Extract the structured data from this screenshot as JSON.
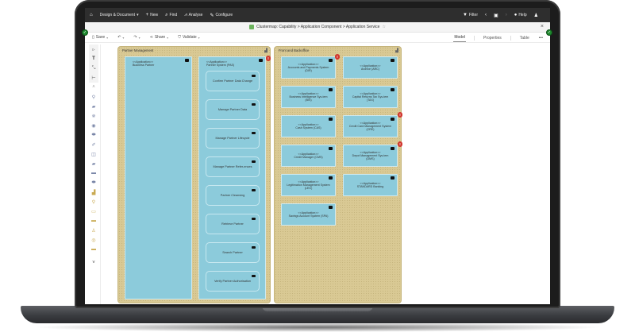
{
  "topnav": {
    "home_icon": "home-icon",
    "items": [
      {
        "label": "Design & Document",
        "icon": "",
        "caret": "▾"
      },
      {
        "label": "New",
        "icon": "plus-icon"
      },
      {
        "label": "Find",
        "icon": "search-icon"
      },
      {
        "label": "Analyse",
        "icon": "chart-icon"
      },
      {
        "label": "Configure",
        "icon": "wrench-icon"
      }
    ],
    "right": {
      "filter_label": "Filter",
      "help_label": "Help"
    }
  },
  "titlebar": {
    "breadcrumb": "Clustermap: Capability > Application Component > Application Service",
    "star": "☆",
    "close": "×"
  },
  "toolbar": {
    "save_label": "Save",
    "share_label": "Share",
    "validate_label": "Validate",
    "tabs": [
      {
        "label": "Model",
        "active": true
      },
      {
        "label": "Properties",
        "active": false
      },
      {
        "label": "Table",
        "active": false
      },
      {
        "label": "•••",
        "active": false
      }
    ]
  },
  "palette": {
    "icons": [
      "pointer-icon",
      "text-icon",
      "connector-icon",
      "resize-icon",
      "chevron-up-icon",
      "zoom-icon",
      "business-actor-icon",
      "component-icon",
      "interface-icon",
      "process-icon",
      "function-icon",
      "node-icon",
      "device-icon",
      "network-icon",
      "service-icon",
      "capability-icon",
      "resource-icon",
      "value-stream-icon",
      "stakeholder-icon",
      "driver-icon",
      "goal-icon",
      "chevron-down-icon"
    ]
  },
  "canvas": {
    "groups": [
      {
        "title": "Partner Management",
        "apps": [
          {
            "stereotype": "<<Application>>",
            "name": "Business Partner"
          },
          {
            "stereotype": "<<Application>>",
            "name": "Partner System (PAS)",
            "warning": true,
            "services": [
              "Confirm Partner Data Change",
              "Manage Partner Data",
              "Manage Partner Lifecycle",
              "Manage Partner Refer-ences",
              "Partner Cleansing",
              "Retrieve Partner",
              "Search Partner",
              "Verify Partner Authorisation"
            ]
          }
        ]
      },
      {
        "title": "Front and Backoffice",
        "apps": [
          {
            "stereotype": "<<Application>>",
            "name": "Accounts and Payments System (DIR)",
            "warning": true
          },
          {
            "stereotype": "<<Application>>",
            "name": "Archive (ARC)",
            "warning": false
          },
          {
            "stereotype": "<<Application>>",
            "name": "Business Intelligence Sys-tem (BIS)",
            "warning": false
          },
          {
            "stereotype": "<<Application>>",
            "name": "Capital Returns Tax Sys-tem (TAX)",
            "warning": false
          },
          {
            "stereotype": "<<Application>>",
            "name": "Cash System (CAS)",
            "warning": false
          },
          {
            "stereotype": "<<Application>>",
            "name": "Credit Card Management System (CRE)",
            "warning": true
          },
          {
            "stereotype": "<<Application>>",
            "name": "Credit Manager (CMS)",
            "warning": false
          },
          {
            "stereotype": "<<Application>>",
            "name": "Depot Management Sys-tem (DMS)",
            "warning": true
          },
          {
            "stereotype": "<<Application>>",
            "name": "Legitimation Management System (LEG)",
            "warning": false
          },
          {
            "stereotype": "<<Application>>",
            "name": "STANDARD Banking",
            "warning": false
          },
          {
            "stereotype": "<<Application>>",
            "name": "Savings Account System (SPA)",
            "warning": false
          }
        ]
      }
    ]
  },
  "zoom_controls": [
    "zoom-in-icon",
    "zoom-out-icon",
    "fit-icon",
    "export-icon"
  ],
  "colors": {
    "nav_bg": "#2e2e2e",
    "group_fill": "#d9c994",
    "app_fill": "#8ccbdb",
    "warning": "#d0342c",
    "status_green": "#1e8a2e"
  }
}
